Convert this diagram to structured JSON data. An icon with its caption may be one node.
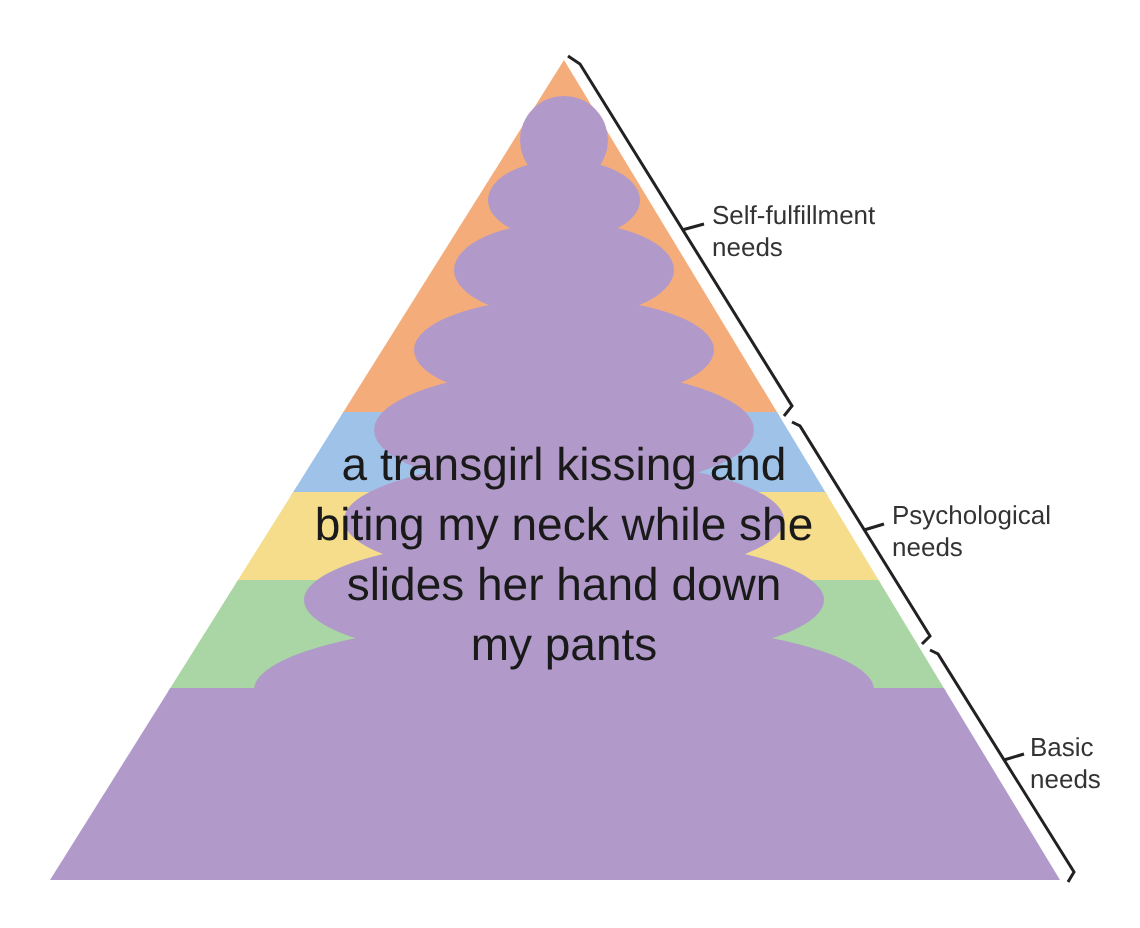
{
  "diagram": {
    "nodes": [
      {
        "text": [
          "a transgirl kissing and biting my neck while she slides her hand down my pants"
        ]
      }
    ],
    "edges": [],
    "labels": [
      "Self-fulfillment needs",
      "Psychological needs",
      "Basic needs"
    ]
  }
}
